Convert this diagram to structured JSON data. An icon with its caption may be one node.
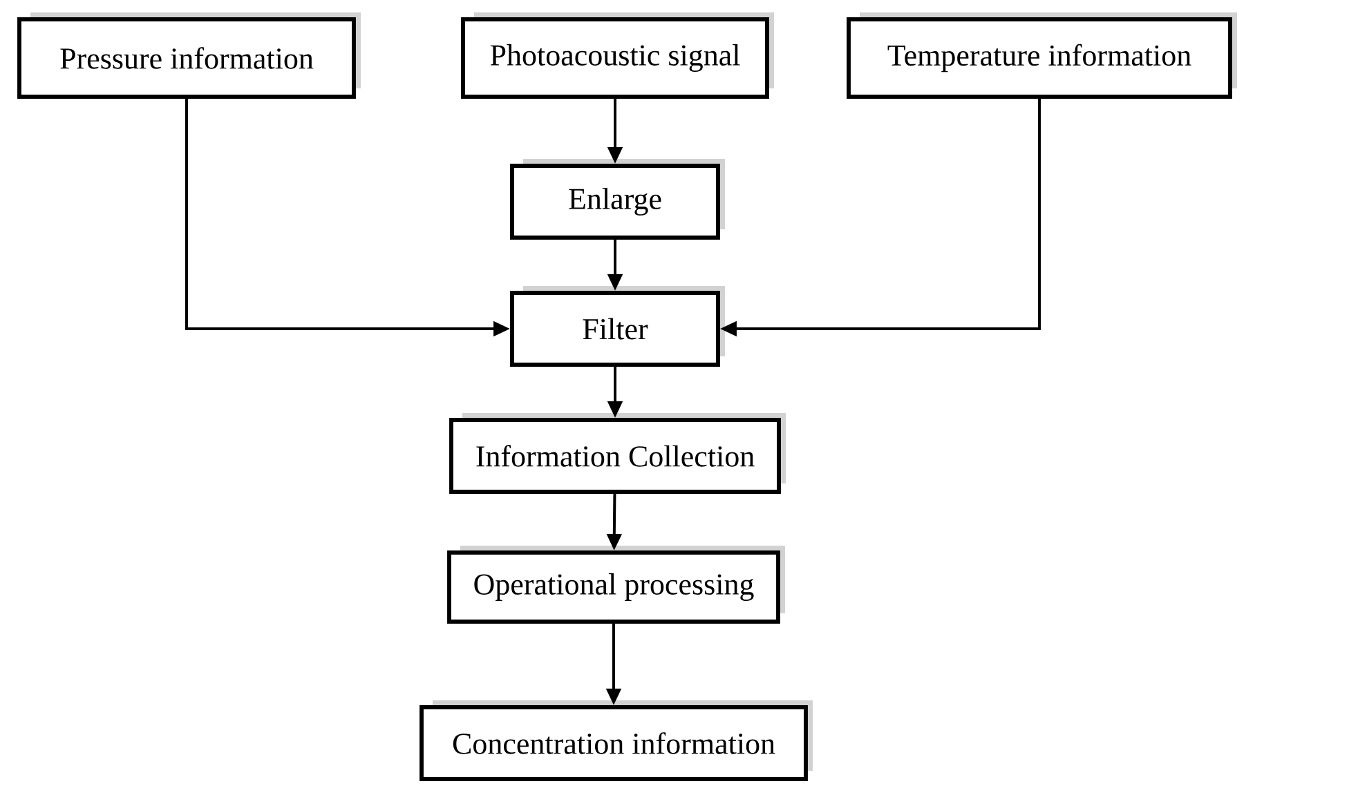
{
  "diagram": {
    "nodes": [
      {
        "text": [
          "Pressure information"
        ]
      },
      {
        "text": [
          "Photoacoustic signal"
        ]
      },
      {
        "text": [
          "Temperature information"
        ]
      },
      {
        "text": [
          "Enlarge"
        ]
      },
      {
        "text": [
          "Filter"
        ]
      },
      {
        "text": [
          "Information Collection"
        ]
      },
      {
        "text": [
          "Operational processing"
        ]
      },
      {
        "text": [
          "Concentration information"
        ]
      }
    ],
    "edges": [
      {
        "from": 1,
        "to": 3,
        "arrow": "to"
      },
      {
        "from": 3,
        "to": 4,
        "arrow": "to"
      },
      {
        "from": 0,
        "to": 4,
        "arrow": "to"
      },
      {
        "from": 2,
        "to": 4,
        "arrow": "to"
      },
      {
        "from": 4,
        "to": 5,
        "arrow": "to"
      },
      {
        "from": 5,
        "to": 6,
        "arrow": "to"
      },
      {
        "from": 6,
        "to": 7,
        "arrow": "to"
      }
    ]
  }
}
